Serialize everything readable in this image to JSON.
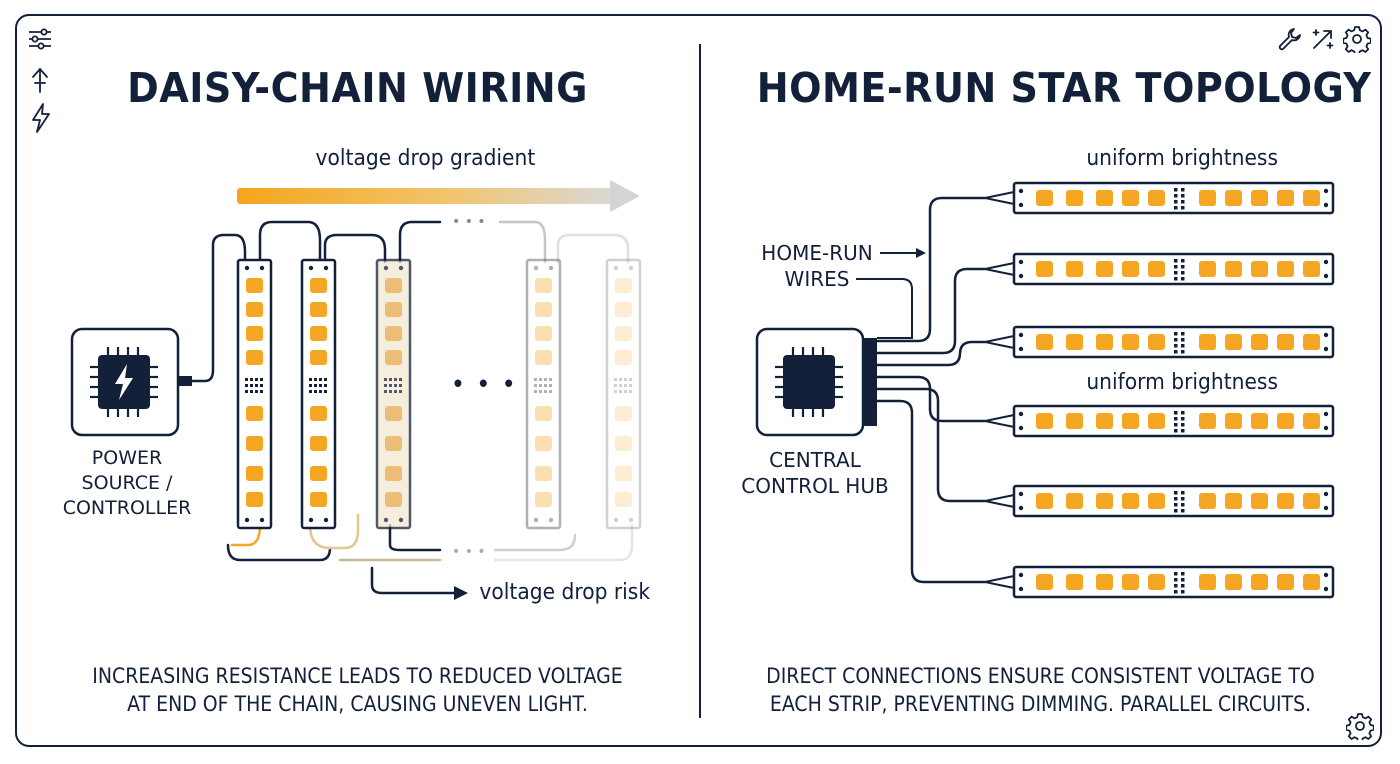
{
  "left": {
    "title": "DAISY-CHAIN WIRING",
    "gradient_label": "voltage drop gradient",
    "source_label_lines": [
      "POWER",
      "SOURCE /",
      "CONTROLLER"
    ],
    "ellipsis": "• • •",
    "risk_label": "voltage drop risk",
    "footer_lines": [
      "INCREASING RESISTANCE LEADS TO REDUCED VOLTAGE",
      "AT END OF THE CHAIN, CAUSING UNEVEN LIGHT."
    ]
  },
  "right": {
    "title": "HOME-RUN STAR TOPOLOGY",
    "brightness_label_top": "uniform brightness",
    "brightness_label_mid": "uniform brightness",
    "wires_label_lines": [
      "HOME-RUN",
      "WIRES"
    ],
    "hub_label_lines": [
      "CENTRAL",
      "CONTROL HUB"
    ],
    "footer_lines": [
      "DIRECT CONNECTIONS ENSURE CONSISTENT VOLTAGE TO",
      "EACH STRIP, PREVENTING DIMMING. PARALLEL CIRCUITS."
    ]
  },
  "toolbar": {
    "left_icons": [
      "sliders-icon",
      "antenna-icon",
      "lightning-icon"
    ],
    "right_icons": [
      "wrench-icon",
      "magic-wand-icon",
      "gear-icon"
    ],
    "corner_icon": "gear-icon"
  },
  "colors": {
    "navy": "#13203a",
    "led_amber": "#f5a623",
    "gradient_start": "#f4a51c",
    "gradient_end": "#d9d9d9"
  },
  "daisy_strip_opacity": [
    1,
    1,
    0.75,
    0.35,
    0.2
  ]
}
